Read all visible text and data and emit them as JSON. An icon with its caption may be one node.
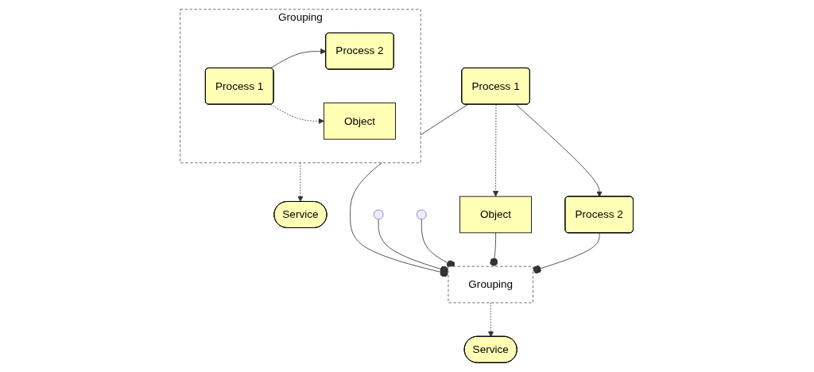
{
  "diagram": {
    "nodes": [
      {
        "text": [
          "Service"
        ]
      },
      {
        "text": [
          "Grouping"
        ]
      },
      {
        "text": [
          "Process 1"
        ],
        "in": 1
      },
      {
        "text": [
          "Process 2"
        ],
        "in": 1
      },
      {
        "text": [
          "Object"
        ],
        "in": 1
      },
      {
        "text": [
          "Service"
        ]
      },
      {
        "text": [
          "Grouping"
        ]
      },
      {
        "text": [
          "Process 1"
        ]
      },
      {
        "text": [
          "Process 2"
        ]
      },
      {
        "text": [
          "Object"
        ]
      }
    ],
    "edges": [
      {
        "from": 1,
        "to": 0,
        "arrow": "to",
        "style": "dashed"
      },
      {
        "from": 2,
        "to": 3,
        "arrow": "to"
      },
      {
        "from": 2,
        "to": 4,
        "arrow": "to",
        "style": "dashed"
      },
      {
        "from": 6,
        "to": 5,
        "arrow": "to",
        "style": "dashed"
      },
      {
        "from": 7,
        "to": 8,
        "arrow": "to"
      },
      {
        "from": 7,
        "to": 9,
        "arrow": "to",
        "style": "dashed"
      },
      {
        "from": 7,
        "to": 6,
        "arrow": "other"
      },
      {
        "from": null,
        "to": 6,
        "arrow": "other"
      },
      {
        "from": null,
        "to": 6,
        "arrow": "other"
      },
      {
        "from": 9,
        "to": 6,
        "arrow": "other"
      },
      {
        "from": 8,
        "to": 6,
        "arrow": "other"
      }
    ]
  }
}
